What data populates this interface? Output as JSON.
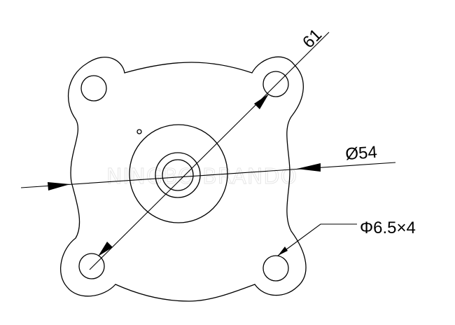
{
  "dimensions": {
    "diagonal_pitch": "61",
    "outer_diameter": "Ø54",
    "mounting_holes": "Φ6.5×4"
  },
  "watermark": "NINGBO BRANDO"
}
